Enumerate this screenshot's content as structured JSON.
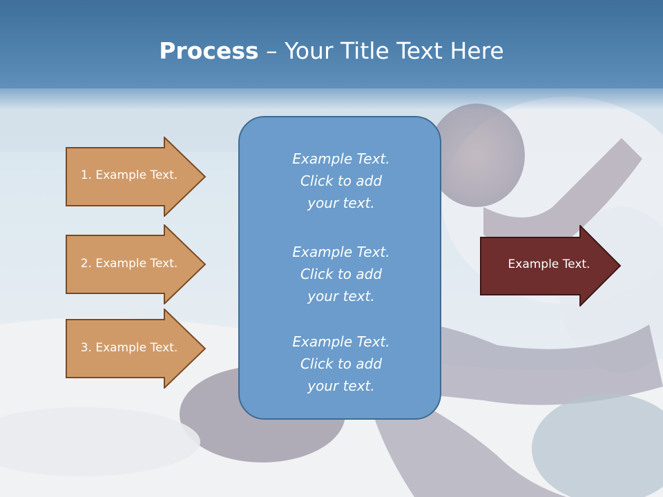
{
  "title": {
    "bold": "Process",
    "dash": " – ",
    "regular": "Your Title Text Here"
  },
  "left_arrows": [
    {
      "label": "1. Example Text."
    },
    {
      "label": "2. Example Text."
    },
    {
      "label": "3. Example Text."
    }
  ],
  "center_box": {
    "blocks": [
      {
        "line1": "Example Text.",
        "line2": "Click  to add",
        "line3": "your text."
      },
      {
        "line1": "Example Text.",
        "line2": "Click  to add",
        "line3": "your text."
      },
      {
        "line1": "Example Text.",
        "line2": "Click  to add",
        "line3": "your text."
      }
    ]
  },
  "right_arrow": {
    "label": "Example Text."
  },
  "colors": {
    "header": "#4f81ad",
    "left_arrow_fill": "#d09a68",
    "left_arrow_stroke": "#7a4a22",
    "center_box_fill": "#6b9ccb",
    "center_box_stroke": "#3f6a93",
    "right_arrow_fill": "#6e2e2e",
    "right_arrow_stroke": "#3e1616"
  }
}
